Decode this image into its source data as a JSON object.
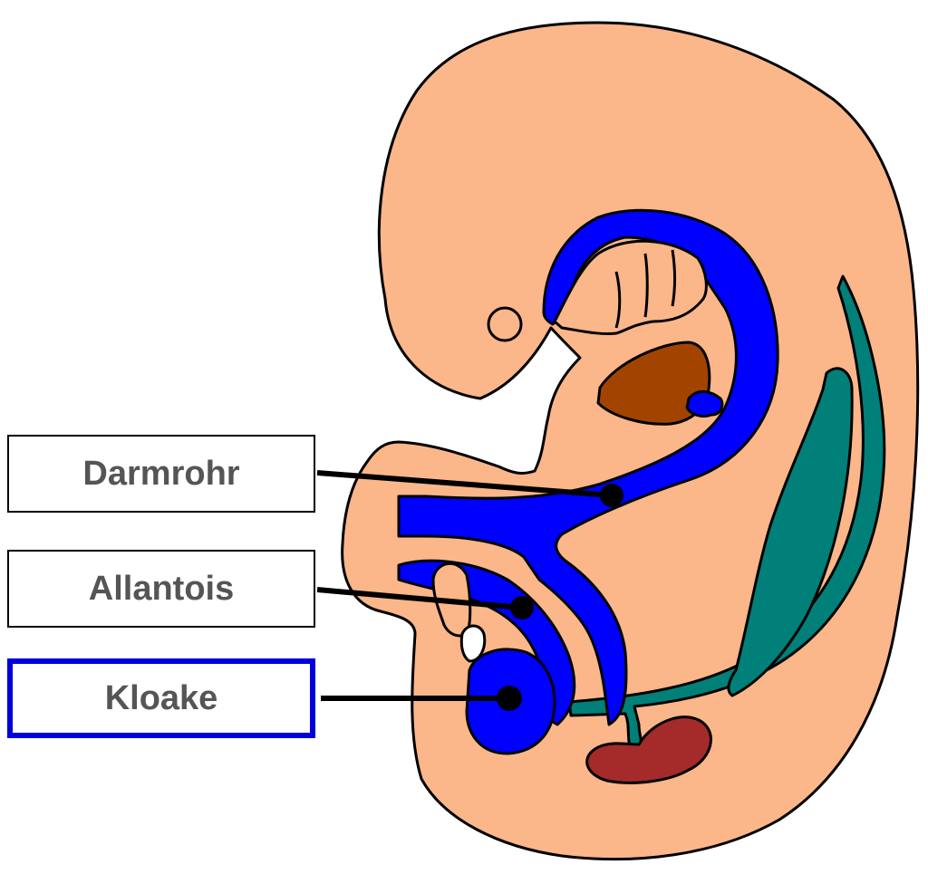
{
  "labels": {
    "darmrohr": "Darmrohr",
    "allantois": "Allantois",
    "kloake": "Kloake"
  },
  "selected": "kloake",
  "colors": {
    "body": "#fbb68a",
    "gut": "#0000ff",
    "liver": "#a24400",
    "nephric": "#008078",
    "gonad": "#a52a2a",
    "outline": "#000000",
    "label_text": "#555555",
    "highlight_border": "#0000dd"
  }
}
